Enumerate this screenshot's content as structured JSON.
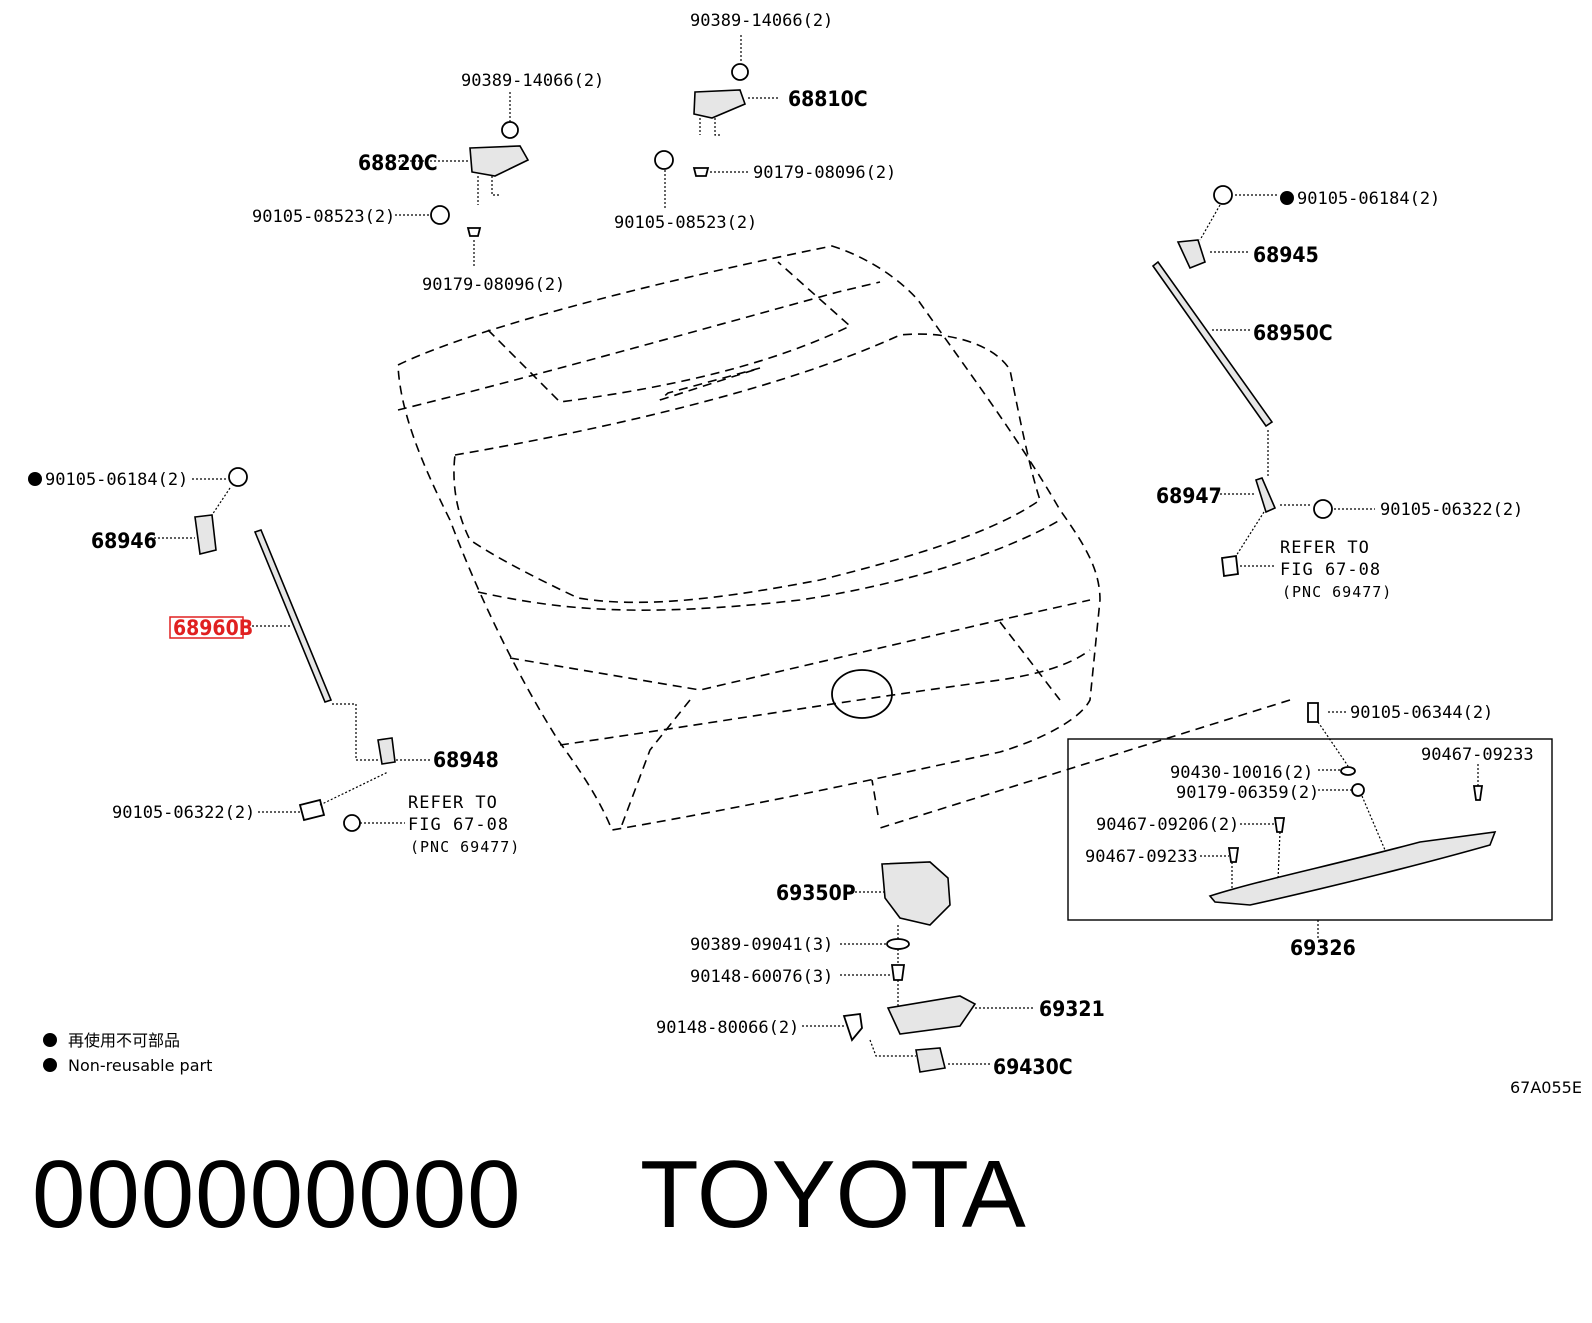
{
  "labels": {
    "p90389_14066_top": "90389-14066(2)",
    "p68810C": "68810C",
    "p90179_08096_right": "90179-08096(2)",
    "p90105_08523_right": "90105-08523(2)",
    "p90389_14066_left": "90389-14066(2)",
    "p68820C": "68820C",
    "p90105_08523_left": "90105-08523(2)",
    "p90179_08096_left": "90179-08096(2)",
    "p90105_06184_right": "90105-06184(2)",
    "p68945": "68945",
    "p68950C": "68950C",
    "p68947": "68947",
    "p90105_06322_right": "90105-06322(2)",
    "p90105_06184_left": "90105-06184(2)",
    "p68946": "68946",
    "p68960B": "68960B",
    "p68948": "68948",
    "p90105_06322_left": "90105-06322(2)",
    "p90105_06344": "90105-06344(2)",
    "p90430_10016": "90430-10016(2)",
    "p90179_06359": "90179-06359(2)",
    "p90467_09233_top": "90467-09233",
    "p90467_09206": "90467-09206(2)",
    "p90467_09233_mid": "90467-09233",
    "p69326": "69326",
    "p69350P": "69350P",
    "p90389_09041": "90389-09041(3)",
    "p90148_60076": "90148-60076(3)",
    "p69321": "69321",
    "p90148_80066": "90148-80066(2)",
    "p69430C": "69430C"
  },
  "refs": {
    "right": {
      "line1": "REFER TO",
      "line2": "FIG 67-08",
      "line3": "(PNC 69477)"
    },
    "left": {
      "line1": "REFER TO",
      "line2": "FIG 67-08",
      "line3": "(PNC 69477)"
    }
  },
  "legend": {
    "ja": "再使用不可部品",
    "en": "Non-reusable part"
  },
  "figure_code": "67A055E",
  "footer": {
    "code": "000000000",
    "brand": "TOYOTA"
  },
  "highlight_color": "#e02020"
}
